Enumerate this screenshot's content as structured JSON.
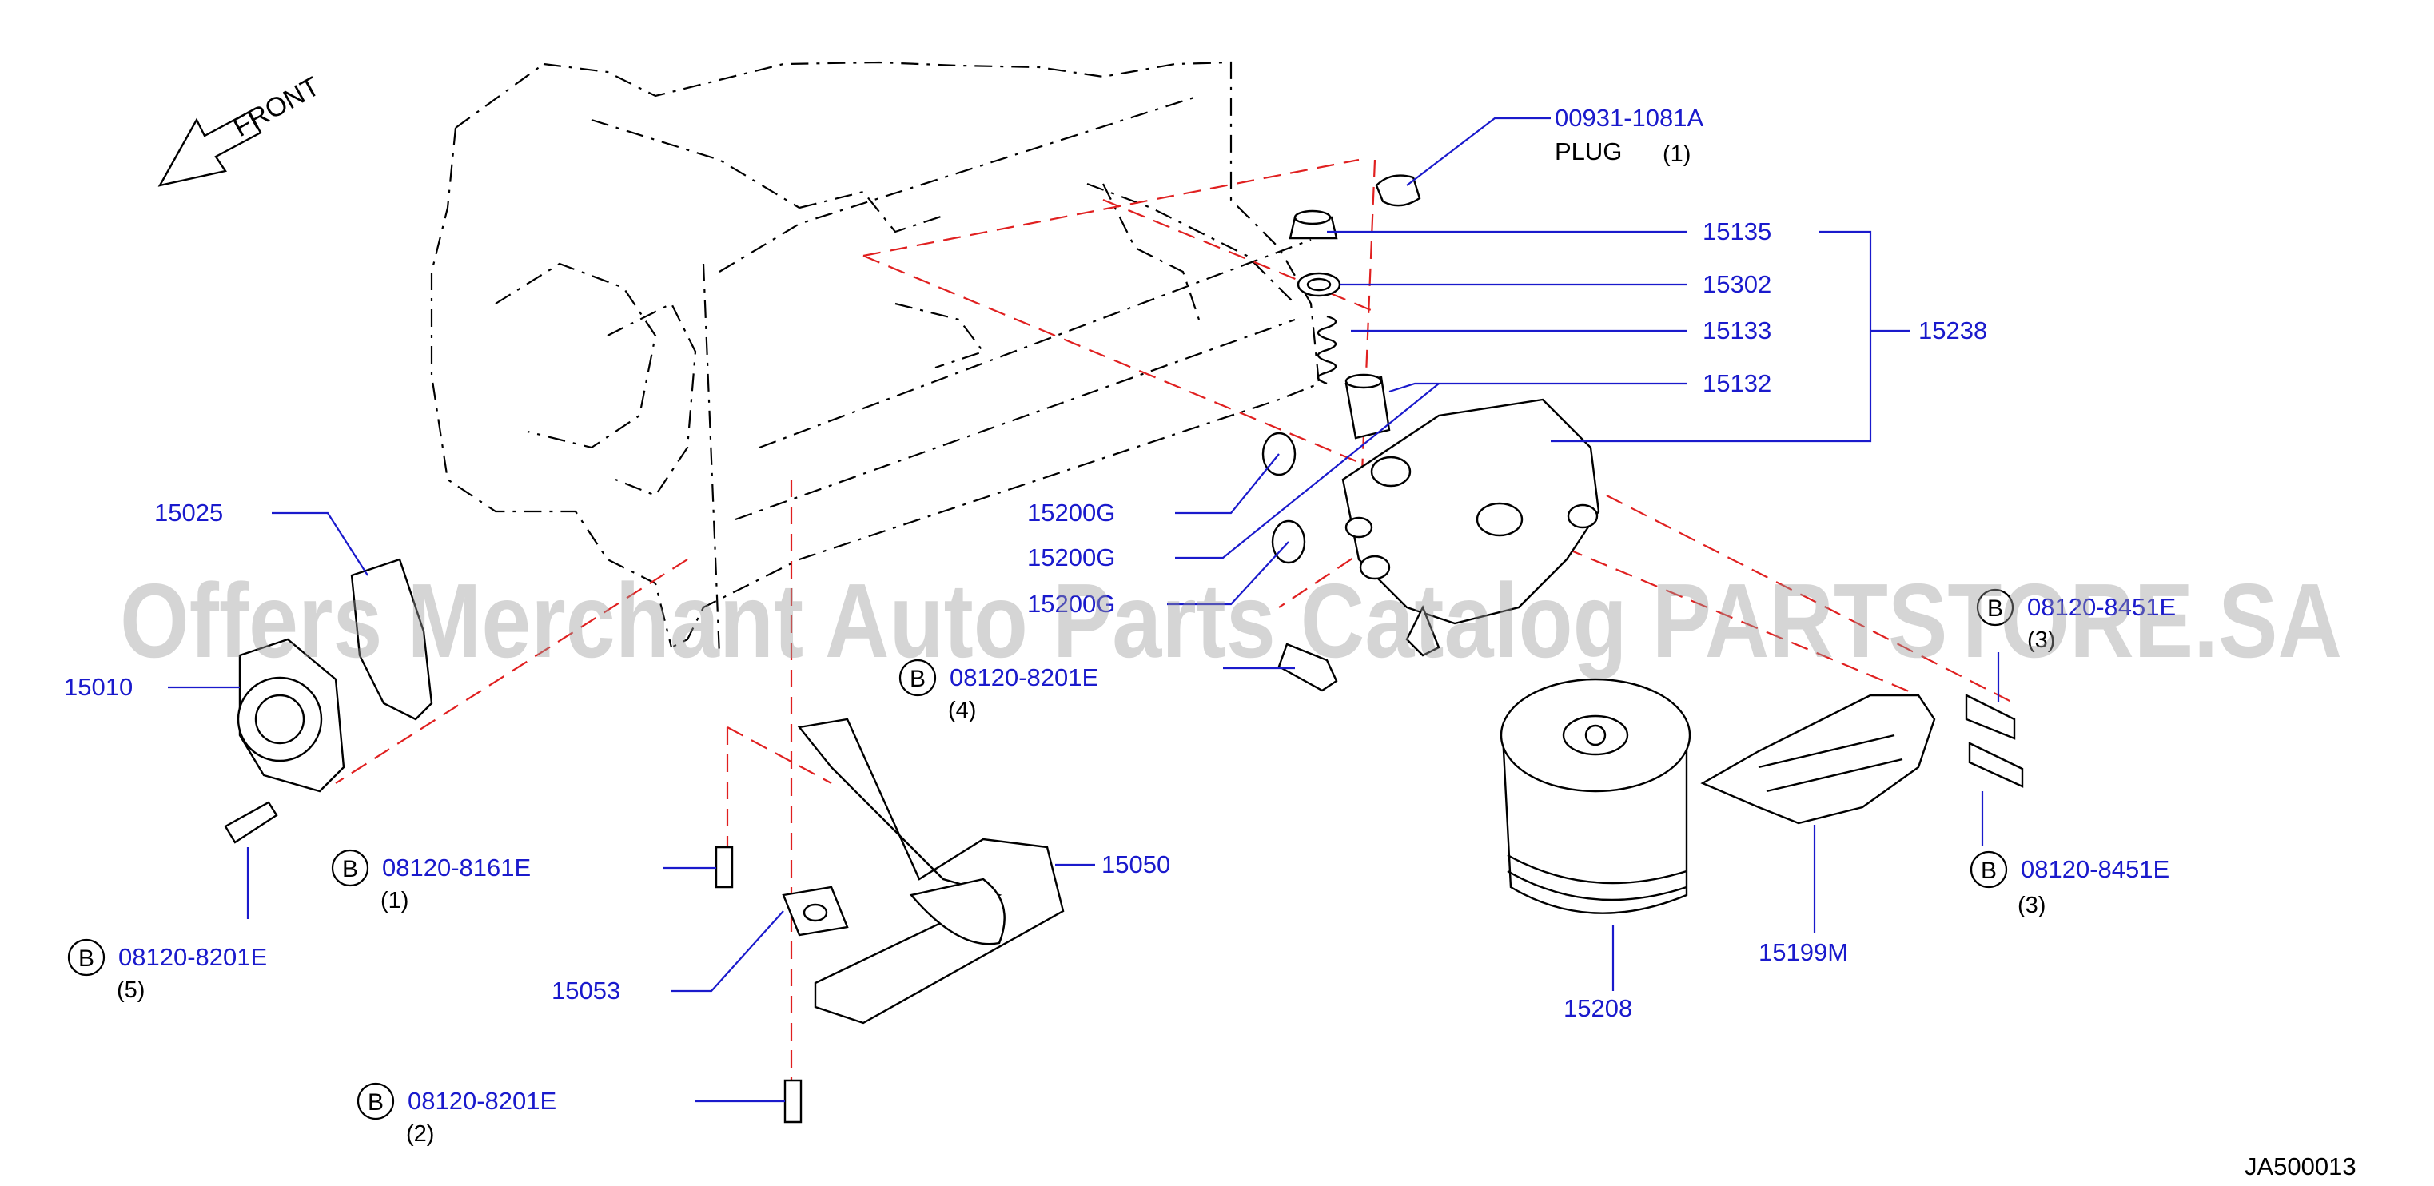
{
  "front_label": "FRONT",
  "watermark": "Offers Merchant Auto Parts Catalog PARTSTORE.SA",
  "diagram_code": "JA500013",
  "plug": {
    "part": "00931-1081A",
    "name": "PLUG",
    "qty": "(1)"
  },
  "relief_valve": {
    "group": "15238",
    "parts": [
      "15135",
      "15302",
      "15133",
      "15132"
    ]
  },
  "gaskets": [
    "15200G",
    "15200G",
    "15200G"
  ],
  "oil_pan_gasket": "15025",
  "oil_pump": "15010",
  "strainer": "15050",
  "strainer_gasket": "15053",
  "oil_filter": "15208",
  "bracket": "15199M",
  "bolts": {
    "b1": {
      "badge": "B",
      "part": "08120-8201E",
      "qty": "(4)"
    },
    "b2": {
      "badge": "B",
      "part": "08120-8161E",
      "qty": "(1)"
    },
    "b3": {
      "badge": "B",
      "part": "08120-8201E",
      "qty": "(5)"
    },
    "b4": {
      "badge": "B",
      "part": "08120-8201E",
      "qty": "(2)"
    },
    "b5": {
      "badge": "B",
      "part": "08120-8451E",
      "qty": "(3)"
    },
    "b6": {
      "badge": "B",
      "part": "08120-8451E",
      "qty": "(3)"
    }
  },
  "colors": {
    "label": "#1a1acc",
    "leader": "#1a1acc",
    "center_line": "#e02020",
    "watermark": "#9a9a9a"
  }
}
